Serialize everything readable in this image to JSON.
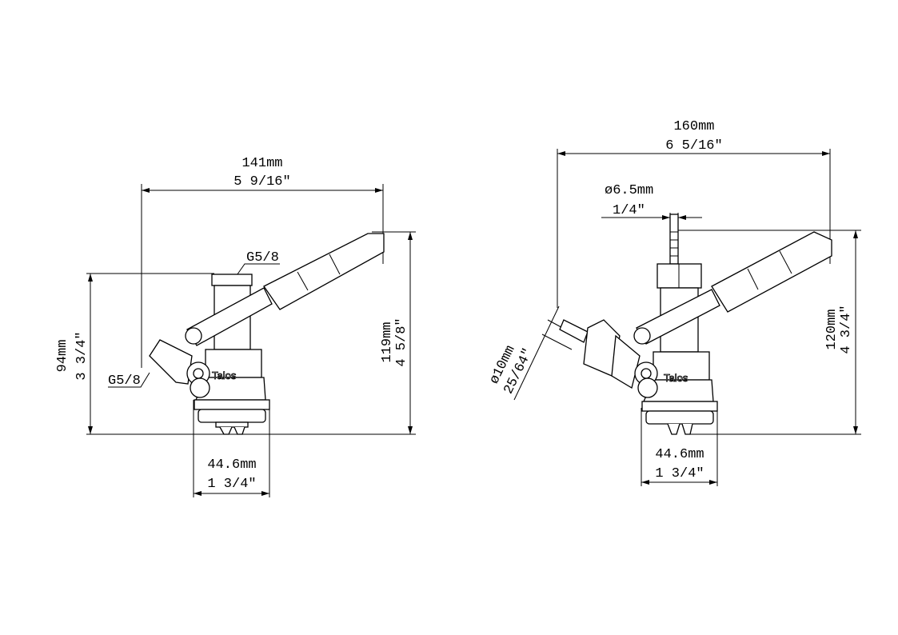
{
  "left_view": {
    "width_mm": "141mm",
    "width_in": "5 9/16″",
    "height_mm": "119mm",
    "height_in": "4 5/8″",
    "inlet_height_mm": "94mm",
    "inlet_height_in": "3 3/4″",
    "top_thread": "G5/8",
    "side_thread": "G5/8",
    "base_mm": "44.6mm",
    "base_in": "1 3/4″",
    "logo": "Talos"
  },
  "right_view": {
    "width_mm": "160mm",
    "width_in": "6 5/16″",
    "barb_mm": "ø6.5mm",
    "barb_in": "1/4″",
    "height_mm": "120mm",
    "height_in": "4 3/4″",
    "side_barb_mm": "ø10mm",
    "side_barb_in": "25/64″",
    "base_mm": "44.6mm",
    "base_in": "1 3/4″",
    "logo": "Talos"
  }
}
